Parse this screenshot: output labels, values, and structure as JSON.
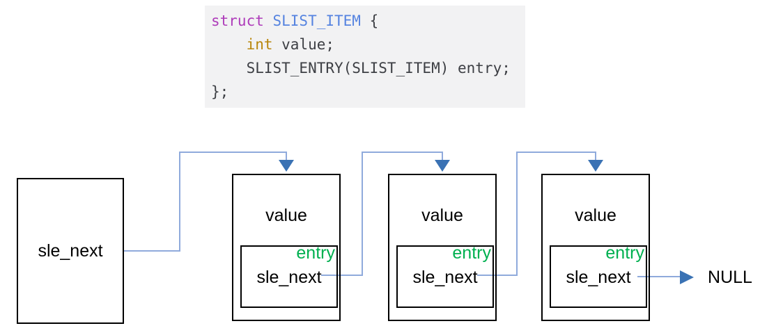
{
  "code_block": {
    "line1": {
      "keyword": "struct",
      "type": " SLIST_ITEM",
      "rest": " {"
    },
    "line2": {
      "indent": "    ",
      "keyword": "int",
      "rest": " value;"
    },
    "line3": {
      "text": "    SLIST_ENTRY(SLIST_ITEM) entry;"
    },
    "line4": {
      "text": "};"
    }
  },
  "diagram": {
    "head": {
      "next_label": "sle_next"
    },
    "nodes": [
      {
        "value_label": "value",
        "entry_label": "entry",
        "next_label": "sle_next"
      },
      {
        "value_label": "value",
        "entry_label": "entry",
        "next_label": "sle_next"
      },
      {
        "value_label": "value",
        "entry_label": "entry",
        "next_label": "sle_next"
      }
    ],
    "terminator_label": "NULL"
  },
  "colors": {
    "code_background": "#f2f2f3",
    "code_keyword": "#ae3cba",
    "code_type": "#5583e0",
    "code_builtin": "#b8860b",
    "code_text": "#3d3f44",
    "entry_text": "#00b050",
    "pointer_line": "#8faadc",
    "arrowhead": "#3a72b4",
    "box_border": "#000000"
  }
}
